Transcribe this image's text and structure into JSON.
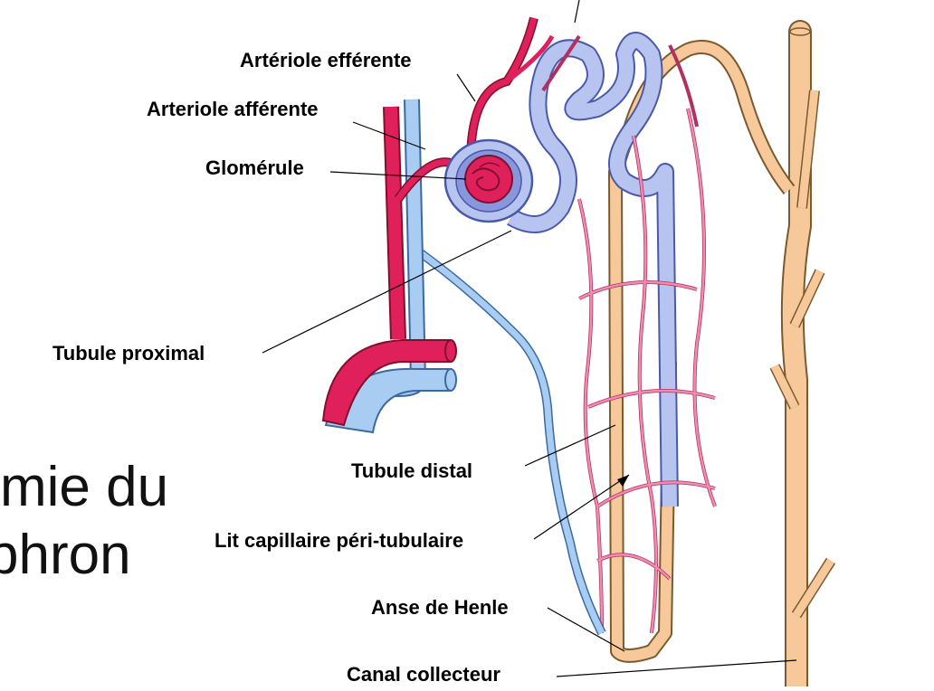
{
  "slide": {
    "title_line1": "mie du",
    "title_line2": "phron"
  },
  "labels": {
    "arteriole_efferente": "Artériole efférente",
    "arteriole_afferente": "Arteriole afférente",
    "glomerule": "Glomérule",
    "tubule_proximal": "Tubule proximal",
    "tubule_distal": "Tubule distal",
    "lit_capillaire": "Lit capillaire péri-tubulaire",
    "anse_henle": "Anse de Henle",
    "canal_collecteur": "Canal collecteur"
  },
  "colors": {
    "artery": "#e0205a",
    "vein": "#a9cdf2",
    "tubule": "#b8c4f0",
    "collecting": "#f7c99a",
    "capillary": "#e07aa0"
  }
}
